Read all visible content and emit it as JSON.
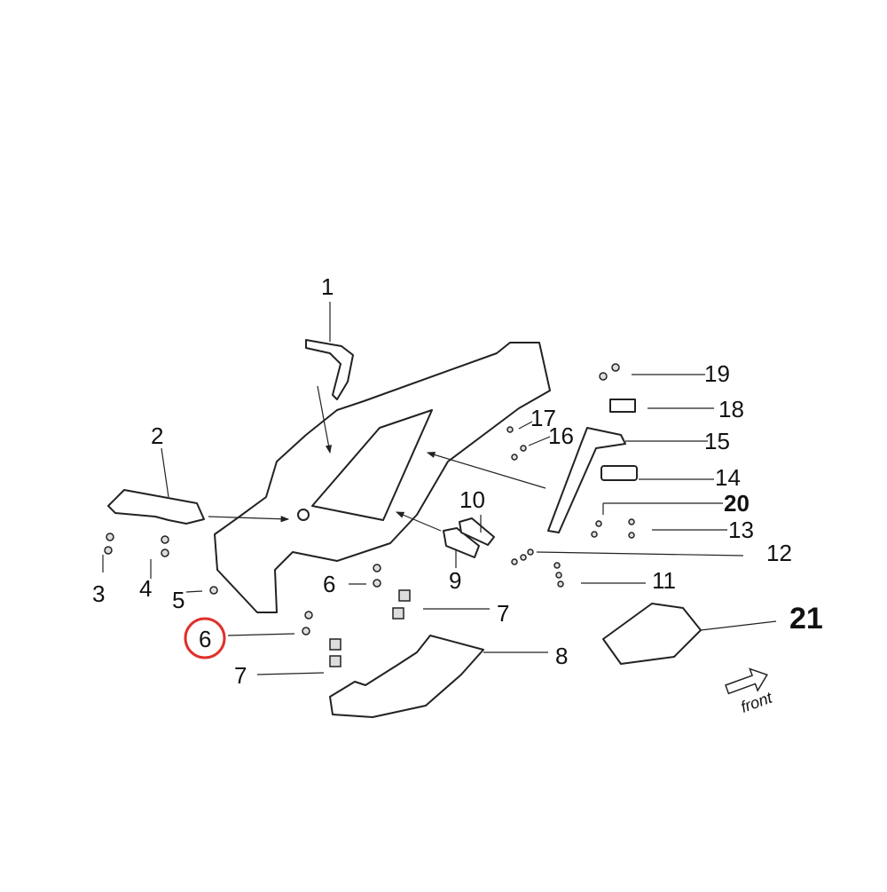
{
  "diagram": {
    "callouts": [
      {
        "id": "1",
        "label": "1"
      },
      {
        "id": "2",
        "label": "2"
      },
      {
        "id": "3",
        "label": "3"
      },
      {
        "id": "4",
        "label": "4"
      },
      {
        "id": "5",
        "label": "5"
      },
      {
        "id": "6a",
        "label": "6"
      },
      {
        "id": "7a",
        "label": "7"
      },
      {
        "id": "6b",
        "label": "6"
      },
      {
        "id": "7b",
        "label": "7"
      },
      {
        "id": "8",
        "label": "8"
      },
      {
        "id": "9",
        "label": "9"
      },
      {
        "id": "10",
        "label": "10"
      },
      {
        "id": "11",
        "label": "11"
      },
      {
        "id": "12",
        "label": "12"
      },
      {
        "id": "13",
        "label": "13"
      },
      {
        "id": "20",
        "label": "20"
      },
      {
        "id": "14",
        "label": "14"
      },
      {
        "id": "15",
        "label": "15"
      },
      {
        "id": "16",
        "label": "16"
      },
      {
        "id": "17",
        "label": "17"
      },
      {
        "id": "18",
        "label": "18"
      },
      {
        "id": "19",
        "label": "19"
      },
      {
        "id": "21",
        "label": "21"
      }
    ],
    "direction_label": "front",
    "highlight_color": "#e0302a"
  }
}
